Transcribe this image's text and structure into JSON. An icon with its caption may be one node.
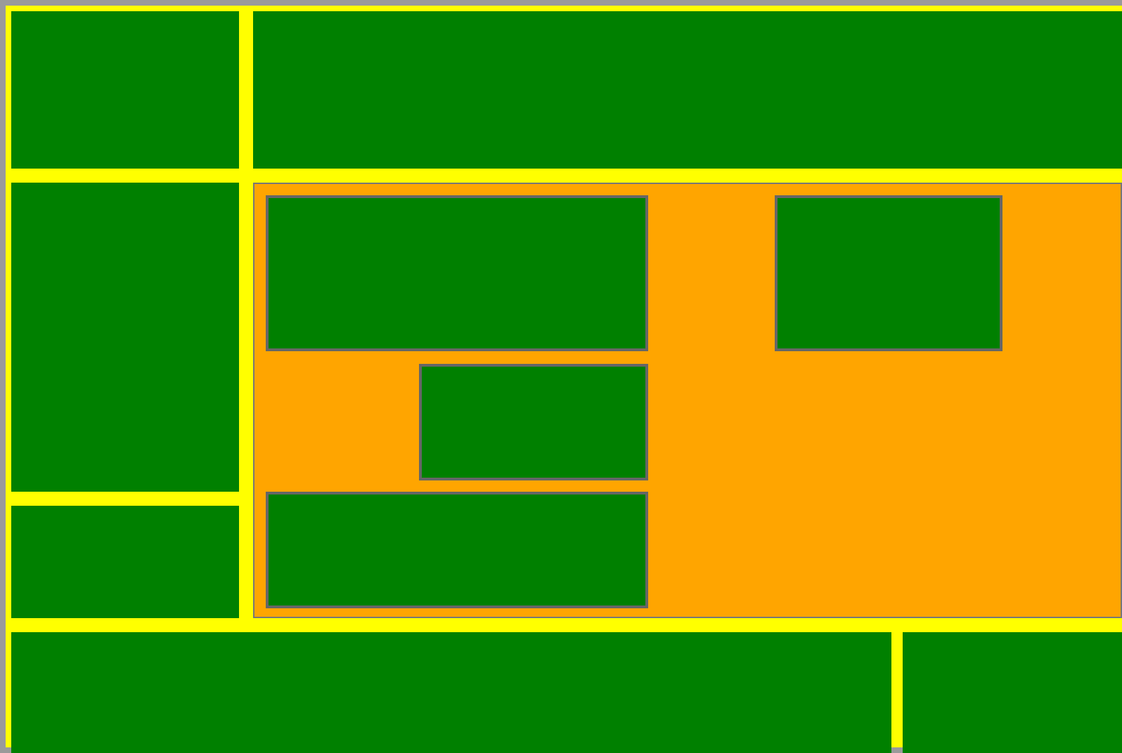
{
  "diagram": {
    "nodes": [
      {
        "text": [],
        "shape": "box"
      },
      {
        "text": [],
        "shape": "box"
      },
      {
        "text": [],
        "shape": "box"
      },
      {
        "text": [],
        "shape": "box"
      },
      {
        "text": [],
        "shape": "box",
        "in": 3
      },
      {
        "text": [],
        "shape": "box",
        "in": 3
      },
      {
        "text": [],
        "shape": "box",
        "in": 3
      },
      {
        "text": [],
        "shape": "box",
        "in": 3
      },
      {
        "text": [],
        "shape": "box"
      },
      {
        "text": [],
        "shape": "box"
      },
      {
        "text": [],
        "shape": "box"
      }
    ]
  }
}
